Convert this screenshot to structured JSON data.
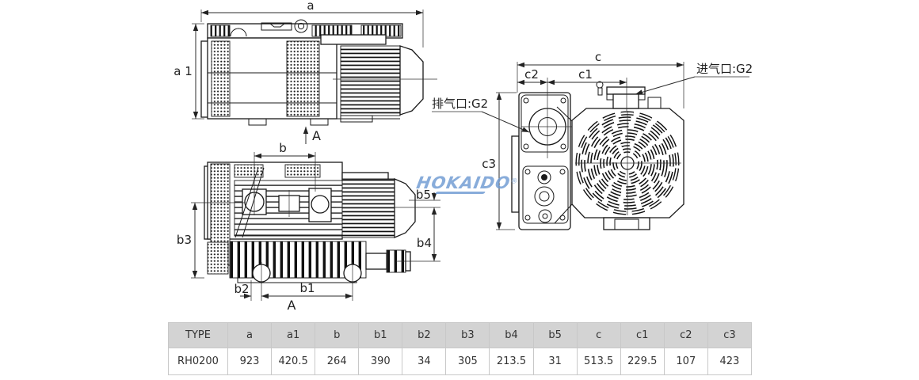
{
  "watermark": {
    "text": "HOKAIDO",
    "reg": "®",
    "color": "#6f9bd3"
  },
  "drawing": {
    "labels": {
      "dim_a": "a",
      "dim_a1": "a 1",
      "dim_b": "b",
      "dim_b1": "b1",
      "dim_b2": "b2",
      "dim_b3": "b3",
      "dim_b4": "b4",
      "dim_b5": "b5",
      "dim_c": "c",
      "dim_c1": "c1",
      "dim_c2": "c2",
      "dim_c3": "c3",
      "view_arrow": "A",
      "exhaust_port": "排气口:G2",
      "intake_port": "进气口:G2"
    }
  },
  "table": {
    "headers": [
      "TYPE",
      "a",
      "a1",
      "b",
      "b1",
      "b2",
      "b3",
      "b4",
      "b5",
      "c",
      "c1",
      "c2",
      "c3"
    ],
    "rows": [
      [
        "RH0200",
        "923",
        "420.5",
        "264",
        "390",
        "34",
        "305",
        "213.5",
        "31",
        "513.5",
        "229.5",
        "107",
        "423"
      ]
    ]
  }
}
